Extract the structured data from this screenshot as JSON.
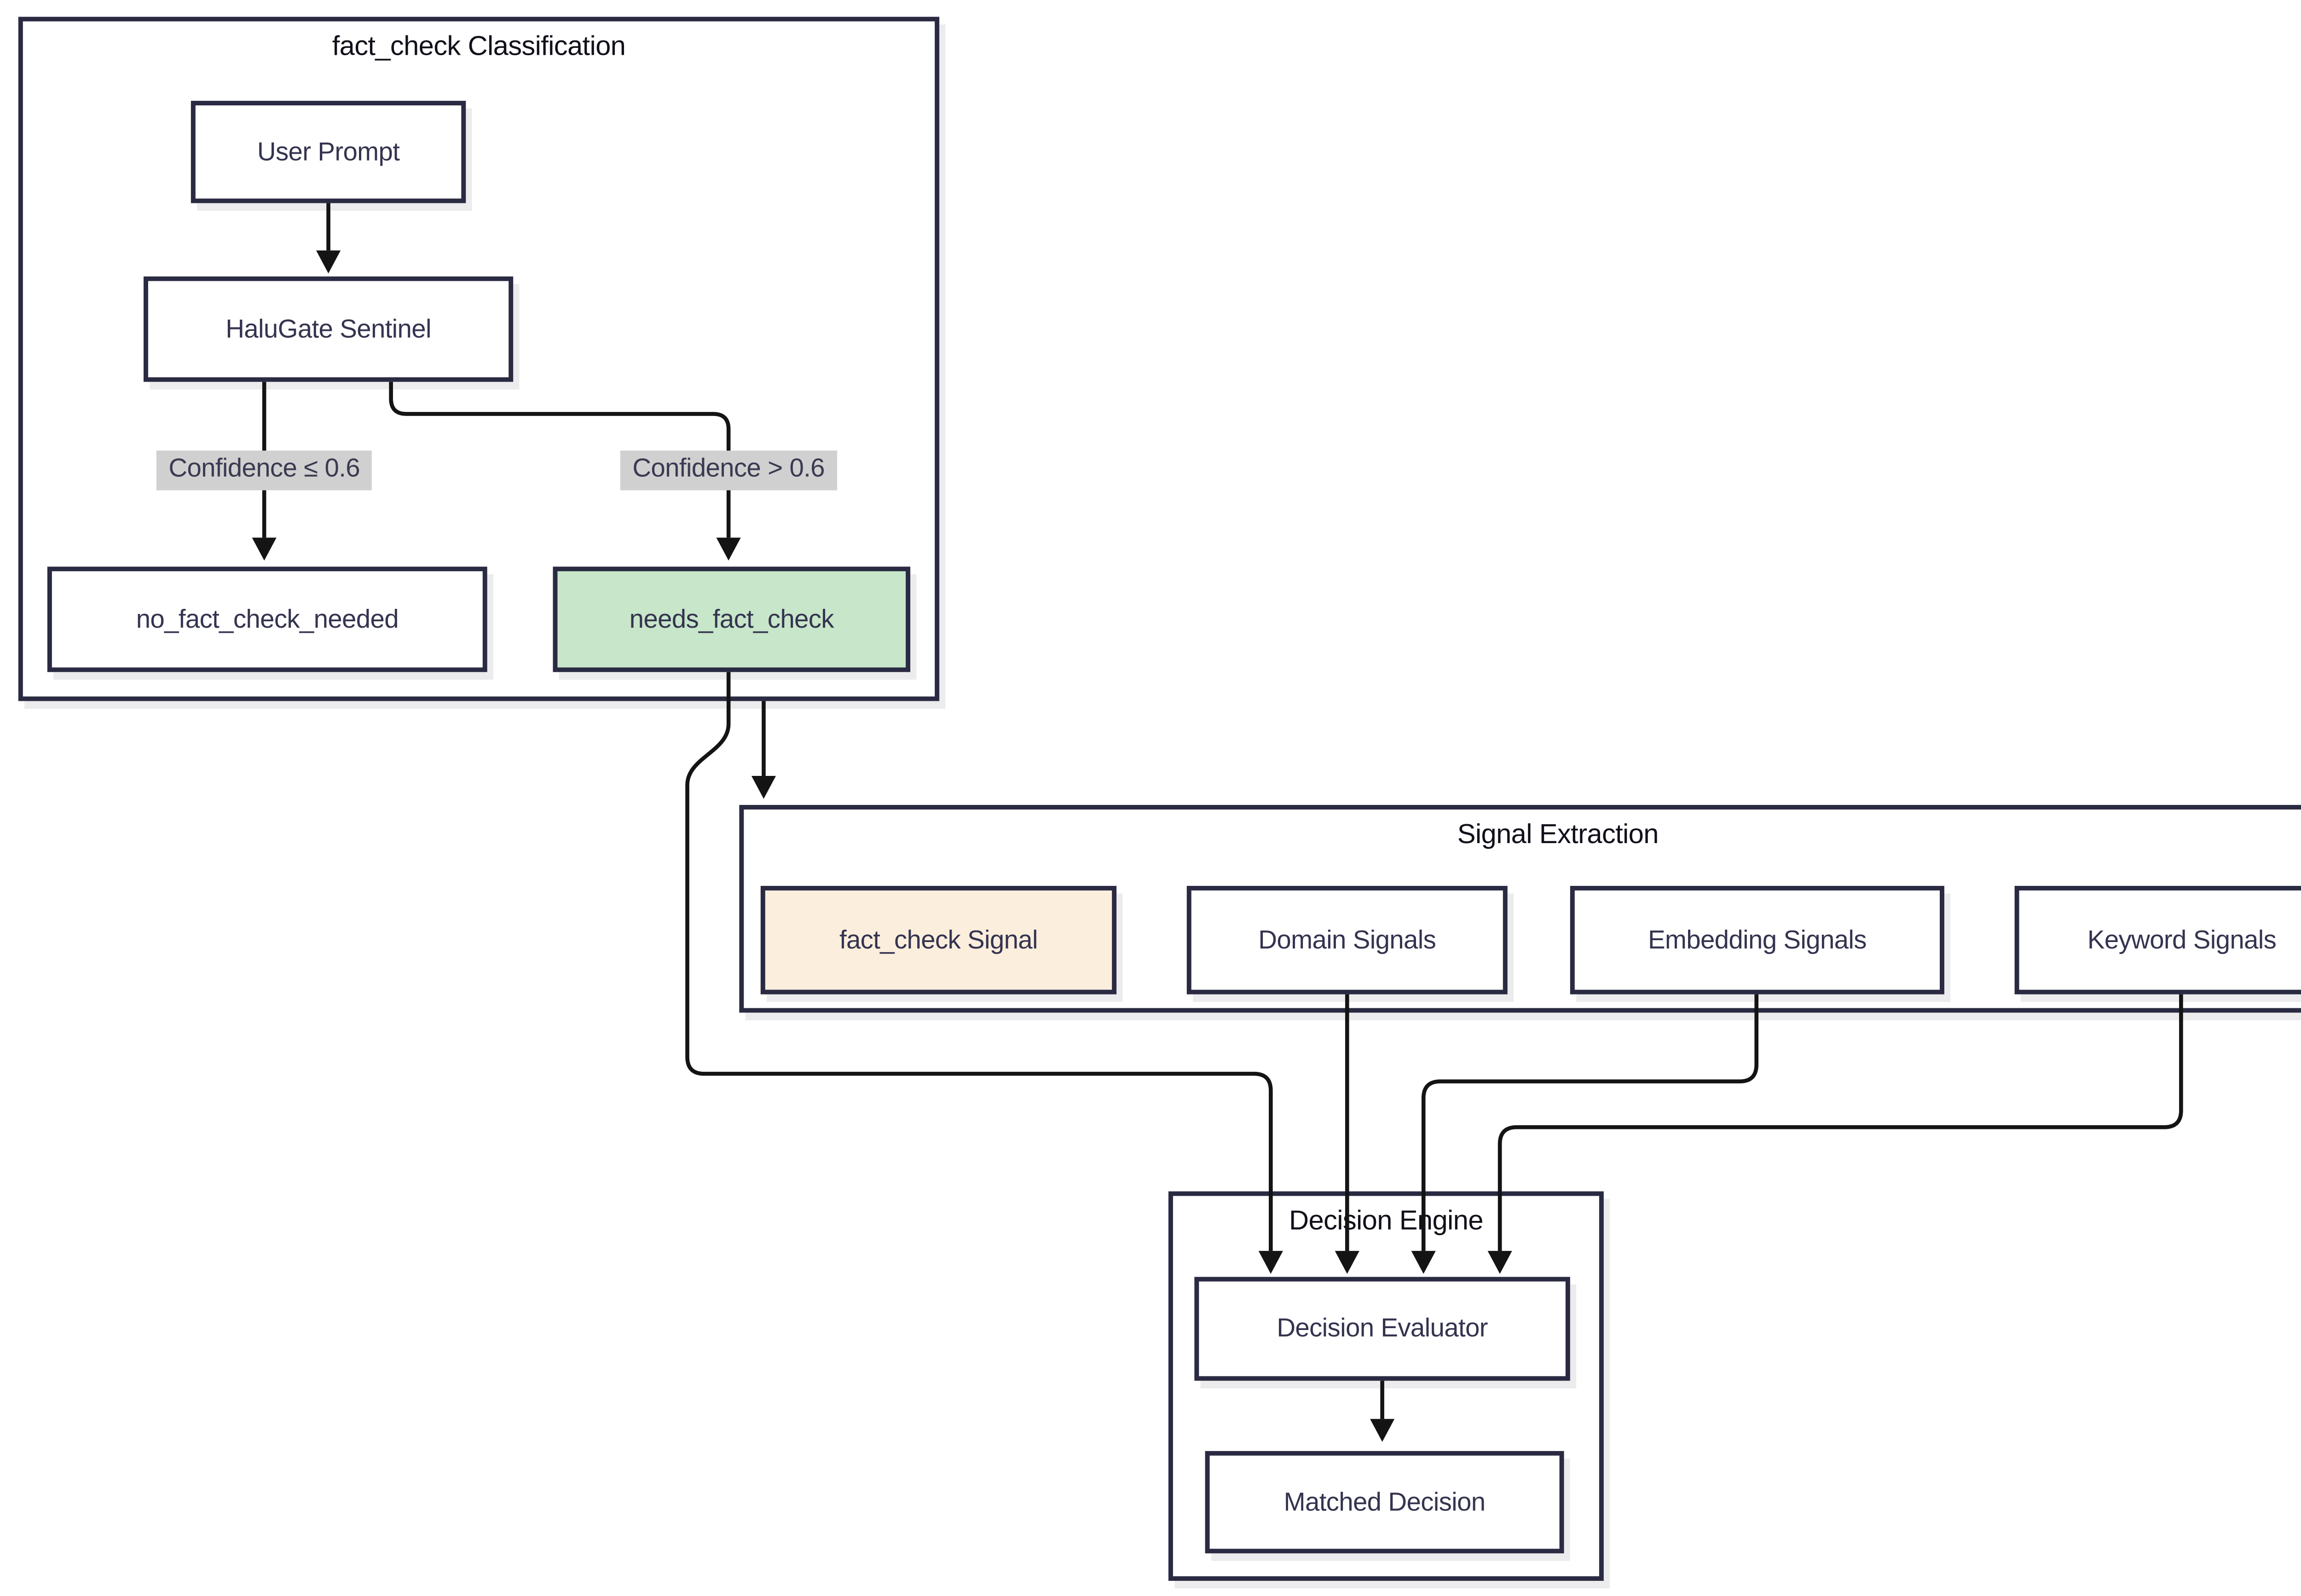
{
  "clusters": {
    "classification": {
      "title": "fact_check Classification"
    },
    "signal_extraction": {
      "title": "Signal Extraction"
    },
    "decision_engine": {
      "title": "Decision Engine"
    }
  },
  "nodes": {
    "user_prompt": {
      "label": "User Prompt"
    },
    "halugate_sentinel": {
      "label": "HaluGate Sentinel"
    },
    "no_fact_check_needed": {
      "label": "no_fact_check_needed"
    },
    "needs_fact_check": {
      "label": "needs_fact_check",
      "fill": "#c8e6c9"
    },
    "fact_check_signal": {
      "label": "fact_check Signal",
      "fill": "#fbeedd"
    },
    "domain_signals": {
      "label": "Domain Signals"
    },
    "embedding_signals": {
      "label": "Embedding Signals"
    },
    "keyword_signals": {
      "label": "Keyword Signals"
    },
    "decision_evaluator": {
      "label": "Decision Evaluator"
    },
    "matched_decision": {
      "label": "Matched Decision"
    }
  },
  "edge_labels": [
    {
      "text": "Confidence ≤ 0.6"
    },
    {
      "text": "Confidence > 0.6"
    }
  ],
  "edges": [
    {
      "from": "User Prompt",
      "to": "HaluGate Sentinel",
      "label": ""
    },
    {
      "from": "HaluGate Sentinel",
      "to": "no_fact_check_needed",
      "label": "Confidence ≤ 0.6"
    },
    {
      "from": "HaluGate Sentinel",
      "to": "needs_fact_check",
      "label": "Confidence > 0.6"
    },
    {
      "from": "needs_fact_check",
      "to": "Signal Extraction",
      "label": ""
    },
    {
      "from": "needs_fact_check",
      "to": "Decision Evaluator",
      "label": ""
    },
    {
      "from": "Domain Signals",
      "to": "Decision Evaluator",
      "label": ""
    },
    {
      "from": "Embedding Signals",
      "to": "Decision Evaluator",
      "label": ""
    },
    {
      "from": "Keyword Signals",
      "to": "Decision Evaluator",
      "label": ""
    },
    {
      "from": "Decision Evaluator",
      "to": "Matched Decision",
      "label": ""
    }
  ],
  "colors": {
    "background": "#ffffff",
    "node_border": "#2a2a42",
    "node_fill": "#ffffff",
    "highlight_green": "#c8e6c9",
    "highlight_peach": "#fbeedd",
    "edge_label_bg": "#d0d0d0",
    "edge_stroke": "#141414",
    "node_text": "#343450",
    "cluster_title_text": "#10101a",
    "shadow": "#ececee"
  }
}
